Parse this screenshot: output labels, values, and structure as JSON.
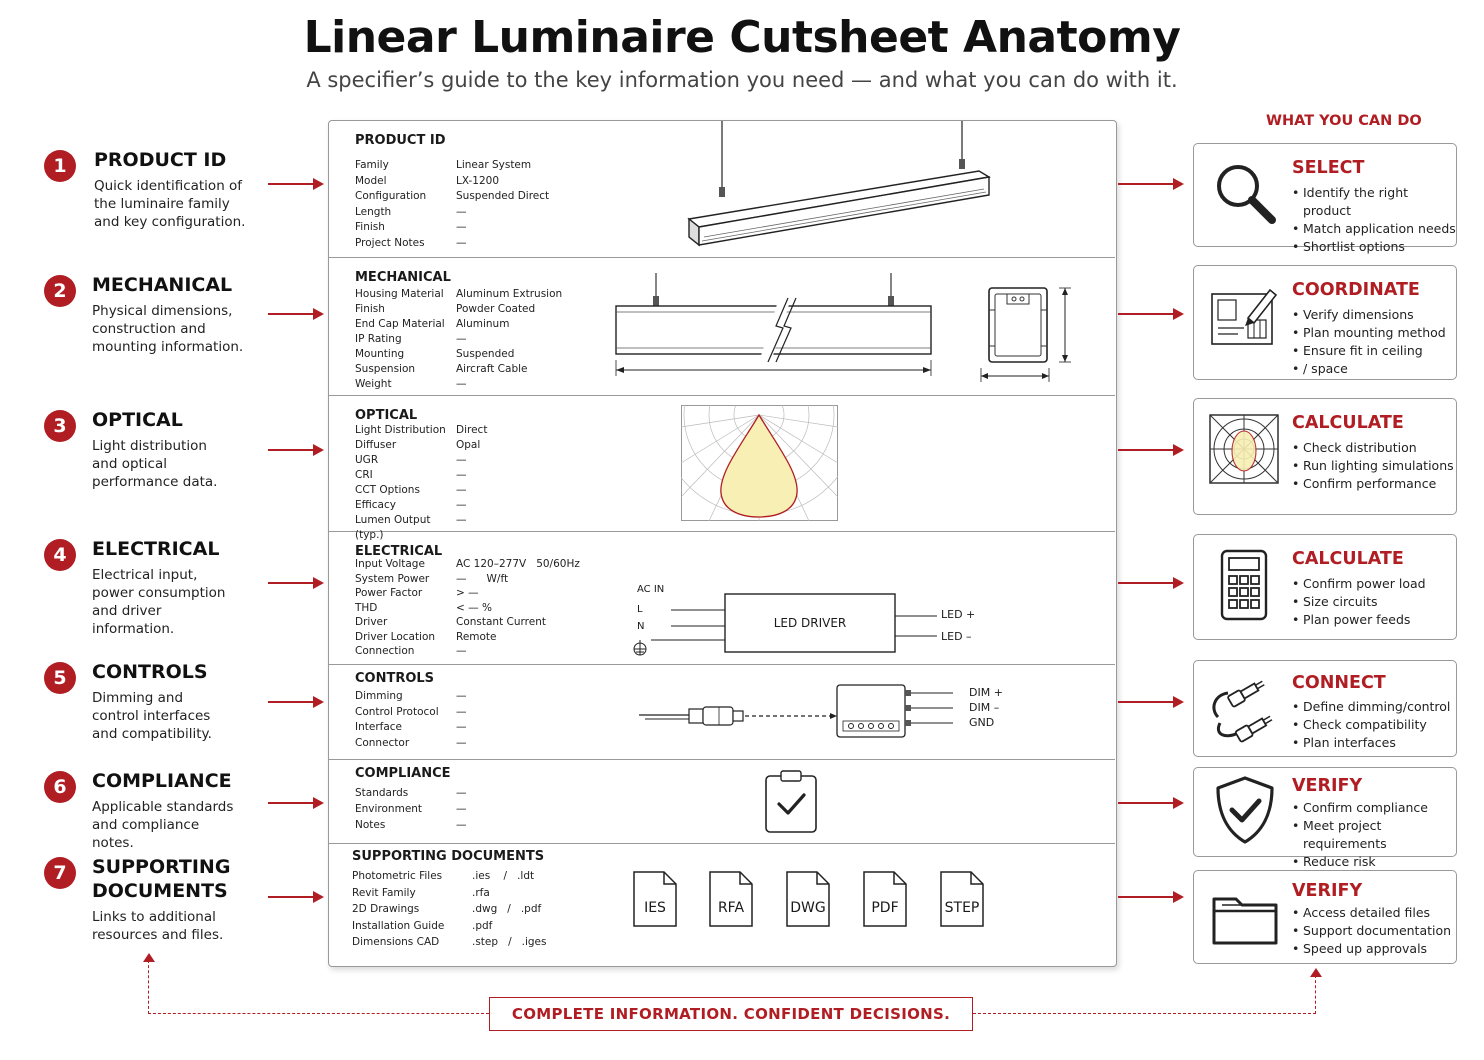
{
  "title": "Linear Luminaire Cutsheet Anatomy",
  "subtitle": "A specifier’s guide to the key information you need — and what you can do with it.",
  "left_sections": [
    {
      "num": "1",
      "title": "PRODUCT ID",
      "desc": "Quick identification of the luminaire family and key configuration."
    },
    {
      "num": "2",
      "title": "MECHANICAL",
      "desc": "Physical dimensions, construction and mounting information."
    },
    {
      "num": "3",
      "title": "OPTICAL",
      "desc": "Light distribution and optical performance data."
    },
    {
      "num": "4",
      "title": "ELECTRICAL",
      "desc": "Electrical input, power consumption and driver information."
    },
    {
      "num": "5",
      "title": "CONTROLS",
      "desc": "Dimming and control interfaces and compatibility."
    },
    {
      "num": "6",
      "title": "COMPLIANCE",
      "desc": "Applicable standards and compliance notes."
    },
    {
      "num": "7",
      "title": "SUPPORTING DOCUMENTS",
      "desc": "Links to additional resources and files."
    }
  ],
  "sheet": {
    "product_id": {
      "title": "PRODUCT ID",
      "rows": [
        {
          "k": "Family",
          "v": "Linear System"
        },
        {
          "k": "Model",
          "v": "LX-1200"
        },
        {
          "k": "Configuration",
          "v": "Suspended Direct"
        },
        {
          "k": "Length",
          "v": "—"
        },
        {
          "k": "Finish",
          "v": "—"
        },
        {
          "k": "Project Notes",
          "v": "—"
        }
      ]
    },
    "mechanical": {
      "title": "MECHANICAL",
      "rows": [
        {
          "k": "Housing Material",
          "v": "Aluminum Extrusion"
        },
        {
          "k": "Finish",
          "v": "Powder Coated"
        },
        {
          "k": "End Cap Material",
          "v": "Aluminum"
        },
        {
          "k": "IP Rating",
          "v": "—"
        },
        {
          "k": "Mounting",
          "v": "Suspended"
        },
        {
          "k": "Suspension",
          "v": "Aircraft Cable"
        },
        {
          "k": "Weight",
          "v": "—"
        }
      ]
    },
    "optical": {
      "title": "OPTICAL",
      "rows": [
        {
          "k": "Light Distribution",
          "v": "Direct"
        },
        {
          "k": "Diffuser",
          "v": "Opal"
        },
        {
          "k": "UGR",
          "v": "—"
        },
        {
          "k": "CRI",
          "v": "—"
        },
        {
          "k": "CCT Options",
          "v": "—"
        },
        {
          "k": "Efficacy",
          "v": "—"
        },
        {
          "k": "Lumen Output (typ.)",
          "v": "—"
        }
      ]
    },
    "electrical": {
      "title": "ELECTRICAL",
      "rows": [
        {
          "k": "Input Voltage",
          "v": "AC 120–277V   50/60Hz"
        },
        {
          "k": "System Power",
          "v": "—      W/ft"
        },
        {
          "k": "Power Factor",
          "v": "> —"
        },
        {
          "k": "THD",
          "v": "< — %"
        },
        {
          "k": "Driver",
          "v": "Constant Current"
        },
        {
          "k": "Driver Location",
          "v": "Remote"
        },
        {
          "k": "Connection",
          "v": "—"
        }
      ],
      "diagram": {
        "ac_in": "AC IN",
        "l": "L",
        "n": "N",
        "driver": "LED DRIVER",
        "led_plus": "LED +",
        "led_minus": "LED –"
      }
    },
    "controls": {
      "title": "CONTROLS",
      "rows": [
        {
          "k": "Dimming",
          "v": "—"
        },
        {
          "k": "Control Protocol",
          "v": "—"
        },
        {
          "k": "Interface",
          "v": "—"
        },
        {
          "k": "Connector",
          "v": "—"
        }
      ],
      "diagram": {
        "dim_plus": "DIM +",
        "dim_minus": "DIM –",
        "gnd": "GND"
      }
    },
    "compliance": {
      "title": "COMPLIANCE",
      "rows": [
        {
          "k": "Standards",
          "v": "—"
        },
        {
          "k": "Environment",
          "v": "—"
        },
        {
          "k": "Notes",
          "v": "—"
        }
      ]
    },
    "documents": {
      "title": "SUPPORTING DOCUMENTS",
      "rows": [
        {
          "k": "Photometric Files",
          "v": ".ies    /   .ldt"
        },
        {
          "k": "Revit Family",
          "v": ".rfa"
        },
        {
          "k": "2D Drawings",
          "v": ".dwg   /   .pdf"
        },
        {
          "k": "Installation Guide",
          "v": ".pdf"
        },
        {
          "k": "Dimensions CAD",
          "v": ".step   /   .iges"
        }
      ],
      "files": [
        "IES",
        "RFA",
        "DWG",
        "PDF",
        "STEP"
      ]
    }
  },
  "right_header": "WHAT YOU CAN DO",
  "right_boxes": [
    {
      "title": "SELECT",
      "icon": "magnifier-icon",
      "items": [
        "Identify the right product",
        "Match application needs",
        "Shortlist options"
      ]
    },
    {
      "title": "COORDINATE",
      "icon": "blueprint-pencil-icon",
      "items": [
        "Verify dimensions",
        "Plan mounting method",
        "Ensure fit in ceiling",
        "/ space"
      ]
    },
    {
      "title": "CALCULATE",
      "icon": "photometric-grid-icon",
      "items": [
        "Check distribution",
        "Run lighting simulations",
        "Confirm performance"
      ]
    },
    {
      "title": "CALCULATE",
      "icon": "calculator-icon",
      "items": [
        "Confirm power load",
        "Size circuits",
        "Plan power feeds"
      ]
    },
    {
      "title": "CONNECT",
      "icon": "cable-connector-icon",
      "items": [
        "Define dimming/control",
        "Check compatibility",
        "Plan interfaces"
      ]
    },
    {
      "title": "VERIFY",
      "icon": "shield-check-icon",
      "items": [
        "Confirm compliance",
        "Meet project requirements",
        "Reduce risk"
      ]
    },
    {
      "title": "VERIFY",
      "icon": "folder-icon",
      "items": [
        "Access detailed files",
        "Support documentation",
        "Speed up approvals"
      ]
    }
  ],
  "footer": "COMPLETE INFORMATION. CONFIDENT DECISIONS.",
  "colors": {
    "accent": "#b01e23",
    "border": "#999999",
    "beam": "#f7efb4"
  }
}
